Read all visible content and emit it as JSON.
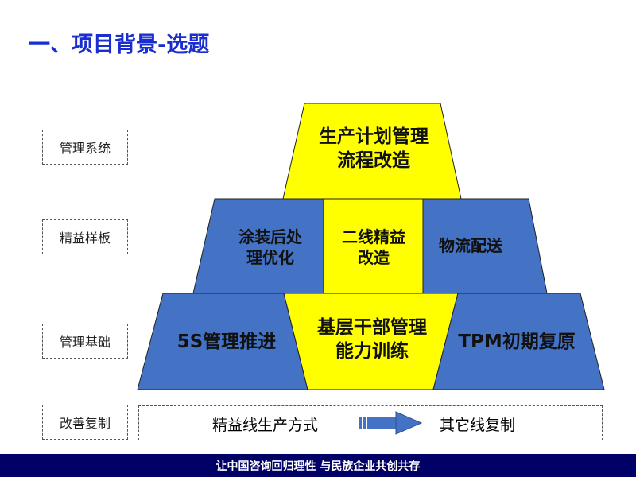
{
  "title": "一、项目背景-选题",
  "labels": [
    "管理系统",
    "精益样板",
    "管理基础",
    "改善复制"
  ],
  "pyramid": {
    "top": [
      "生产计划管理",
      "流程改造"
    ],
    "middle": {
      "left": [
        "涂装后处",
        "理优化"
      ],
      "center": [
        "二线精益",
        "改造"
      ],
      "right": "物流配送"
    },
    "base": {
      "left": "5S管理推进",
      "center": [
        "基层干部管理",
        "能力训练"
      ],
      "right": "TPM初期复原"
    }
  },
  "bottom": {
    "from": "精益线生产方式",
    "to": "其它线复制"
  },
  "footer": "让中国咨询回归理性 与民族企业共创共存",
  "colors": {
    "blue": "#4472c4",
    "yellow": "#ffff00",
    "title": "#1a2ecf",
    "footer": "#000066"
  }
}
